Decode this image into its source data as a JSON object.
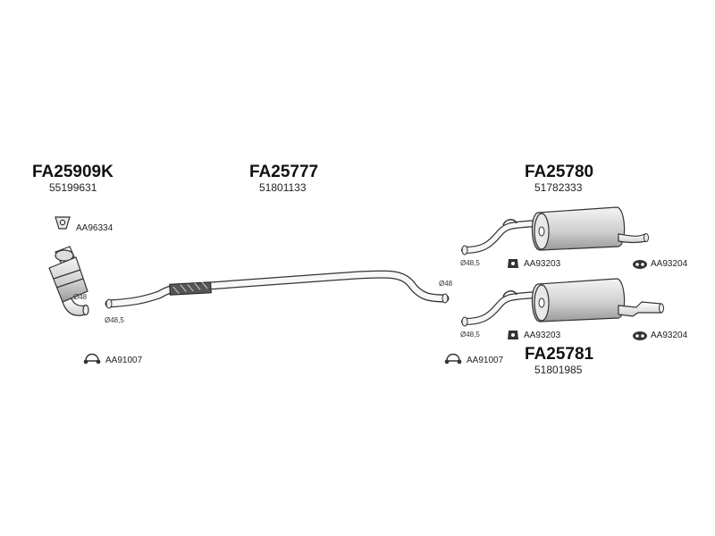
{
  "parts": {
    "cat": {
      "code": "FA25909K",
      "number": "55199631"
    },
    "middle": {
      "code": "FA25777",
      "number": "51801133"
    },
    "rear_top": {
      "code": "FA25780",
      "number": "51782333"
    },
    "rear_bottom": {
      "code": "FA25781",
      "number": "51801985"
    }
  },
  "accessories": {
    "gasket_cat": "AA96334",
    "clamp_left": "AA91007",
    "clamp_right": "AA91007",
    "hanger_top_mid": "AA93203",
    "hanger_top_right": "AA93204",
    "hanger_bottom_mid": "AA93203",
    "hanger_bottom_right": "AA93204"
  },
  "diameters": {
    "cat_out": "Ø48",
    "mid_in": "Ø48,5",
    "mid_out": "Ø48",
    "rear_top_in": "Ø48,5",
    "rear_bottom_in": "Ø48,5"
  },
  "colors": {
    "line": "#333333",
    "text": "#111111",
    "shade": "#bbbbbb",
    "light": "#e8e8e8"
  }
}
